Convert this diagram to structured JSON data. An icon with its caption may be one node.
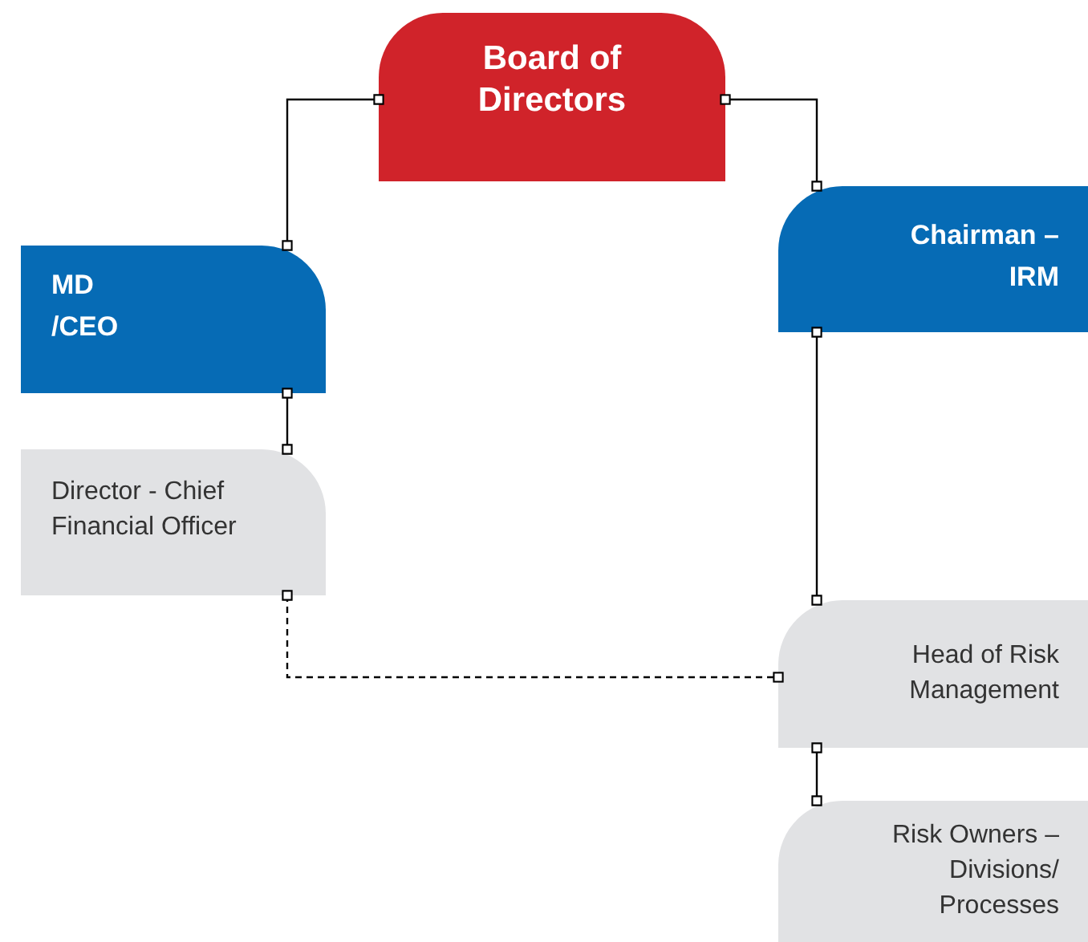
{
  "diagram": {
    "nodes": [
      {
        "text": [
          "Board of Directors"
        ]
      },
      {
        "text": [
          "MD /CEO"
        ]
      },
      {
        "text": [
          "Chairman – IRM"
        ]
      },
      {
        "text": [
          "Director - Chief Financial Officer"
        ]
      },
      {
        "text": [
          "Head of Risk Management"
        ]
      },
      {
        "text": [
          "Risk Owners – Divisions/ Processes"
        ]
      }
    ],
    "edges": [
      {
        "from": 0,
        "to": 1,
        "arrow": "other"
      },
      {
        "from": 0,
        "to": 2,
        "arrow": "other"
      },
      {
        "from": 1,
        "to": 3,
        "arrow": "other"
      },
      {
        "from": 2,
        "to": 4,
        "arrow": "other"
      },
      {
        "from": 3,
        "to": 4,
        "arrow": "other",
        "style": "dashed"
      },
      {
        "from": 4,
        "to": 5,
        "arrow": "other"
      }
    ]
  }
}
